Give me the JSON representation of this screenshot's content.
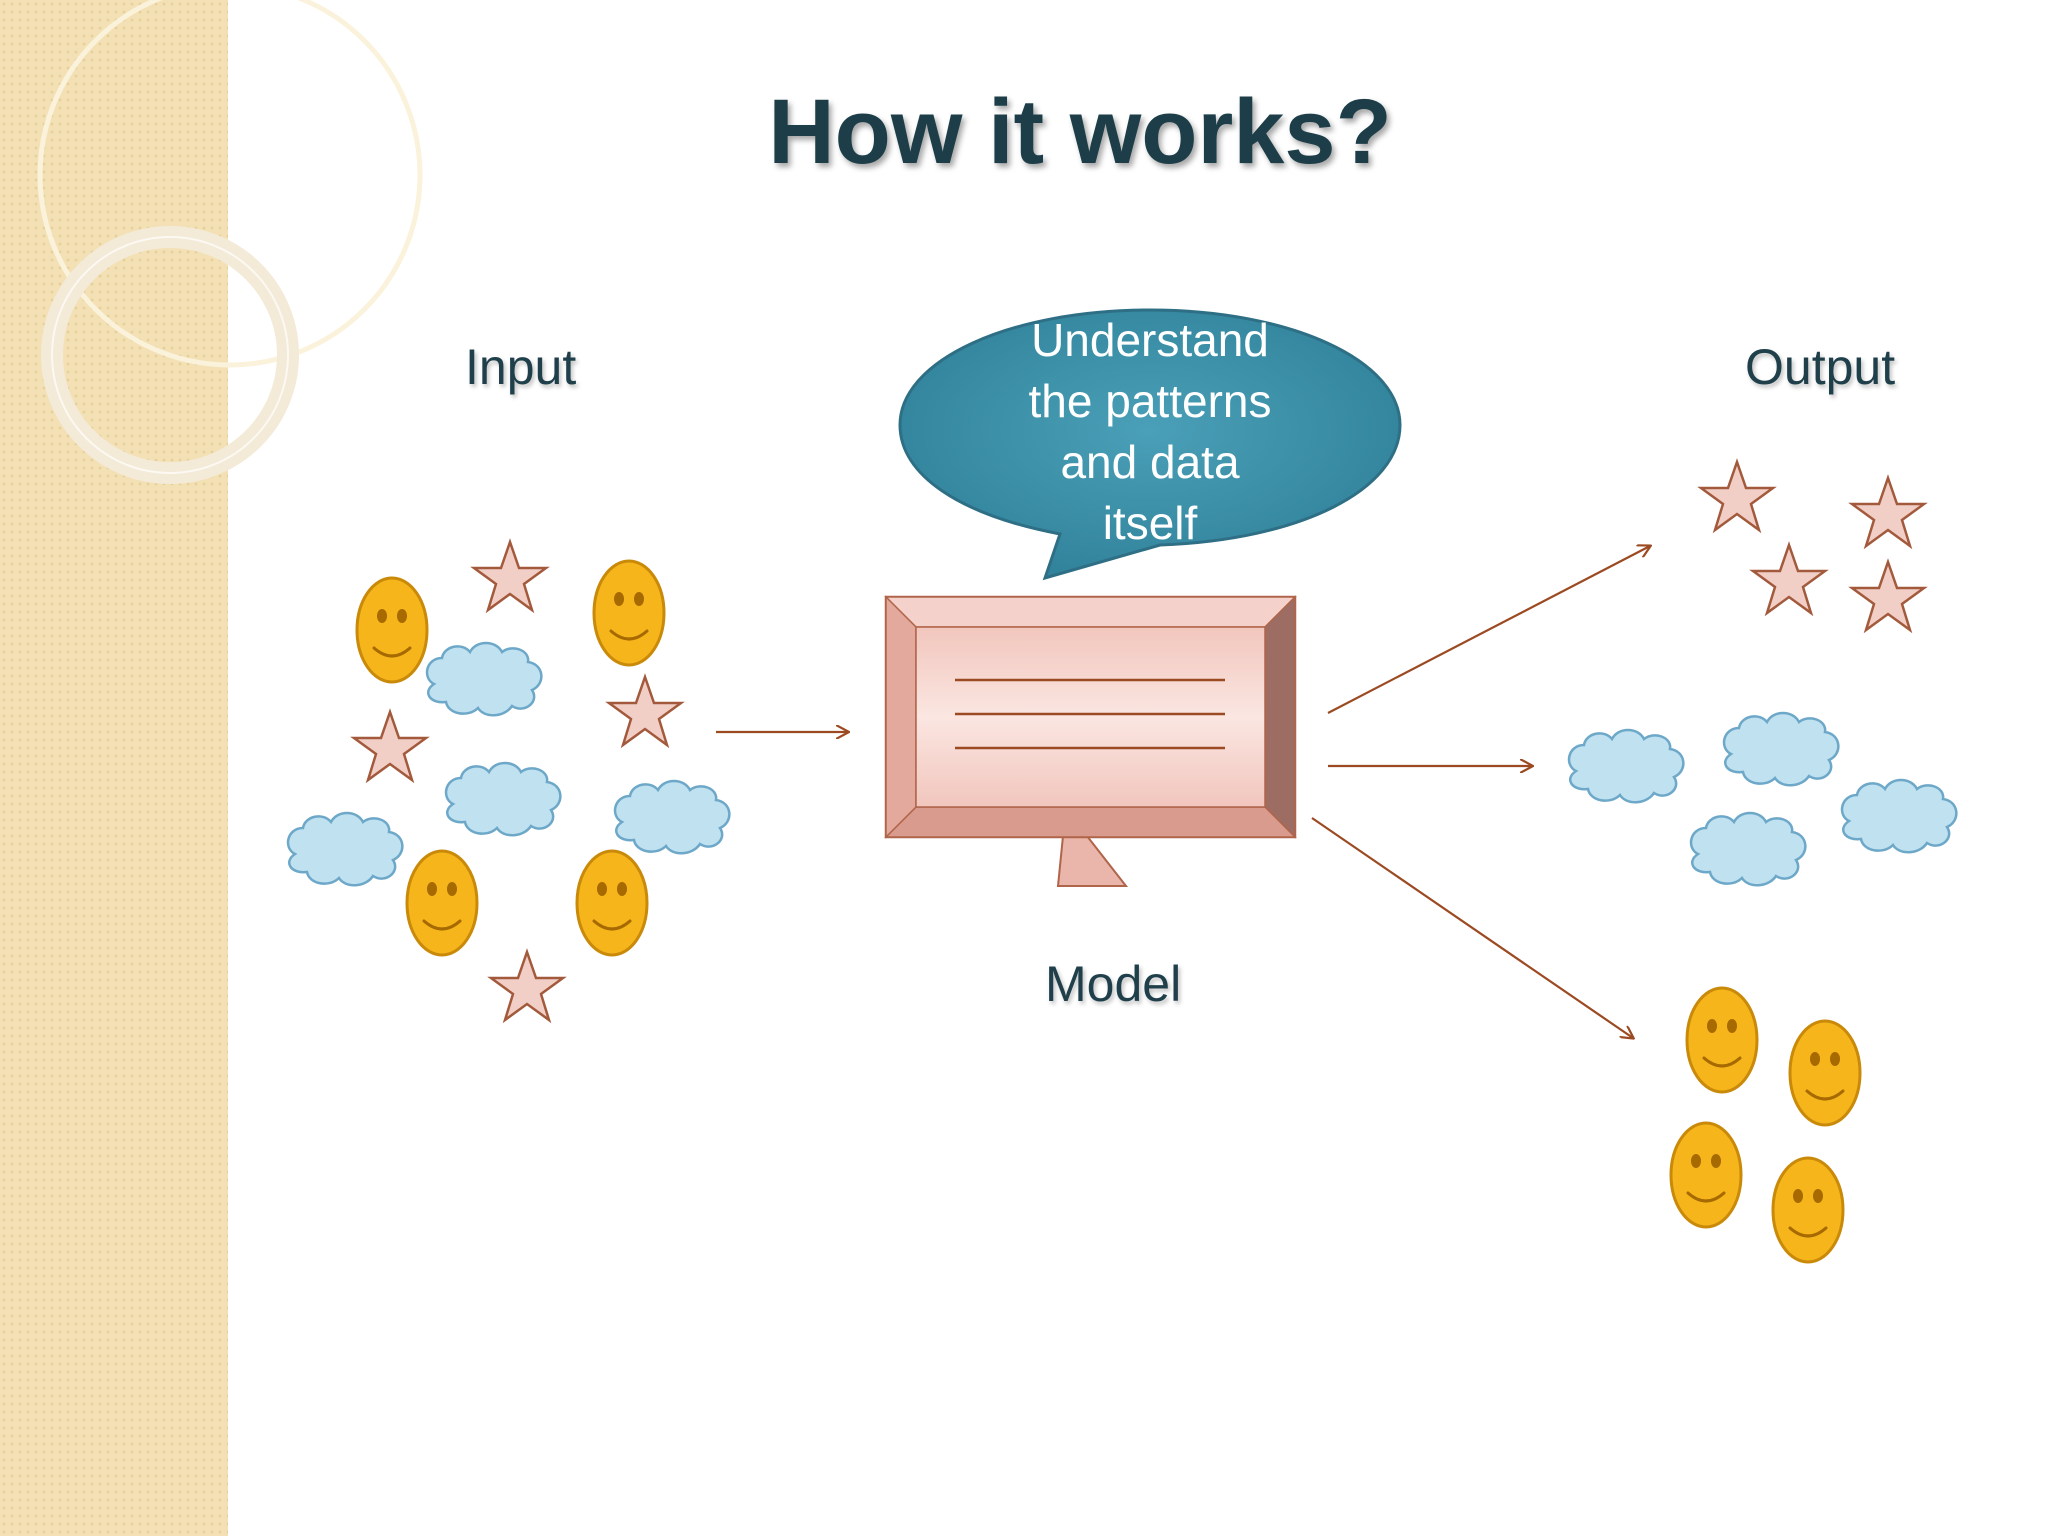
{
  "slide": {
    "title": "How it works?",
    "input_label": "Input",
    "output_label": "Output",
    "model_label": "Model",
    "bubble_lines": [
      "Understand",
      "the patterns",
      "and data",
      "itself"
    ]
  },
  "icons": {
    "smiley": "smiley-face-icon",
    "star": "star-icon",
    "cloud": "cloud-icon",
    "computer": "computer-monitor-icon",
    "arrow": "arrow-icon"
  },
  "colors": {
    "title": "#1d3e48",
    "label": "#1f3f4a",
    "bubble_fill": "#3a8fa8",
    "bubble_stroke": "#2e6f85",
    "smiley_fill": "#f7b51c",
    "smiley_stroke": "#c98a0a",
    "star_fill": "#f2cfc6",
    "star_stroke": "#a35a3c",
    "cloud_fill": "#bfe1f0",
    "cloud_stroke": "#6da8c9",
    "arrow": "#9b4a22",
    "monitor_fill": "#e8b0a5",
    "sidebar": "#f3e1b5"
  }
}
